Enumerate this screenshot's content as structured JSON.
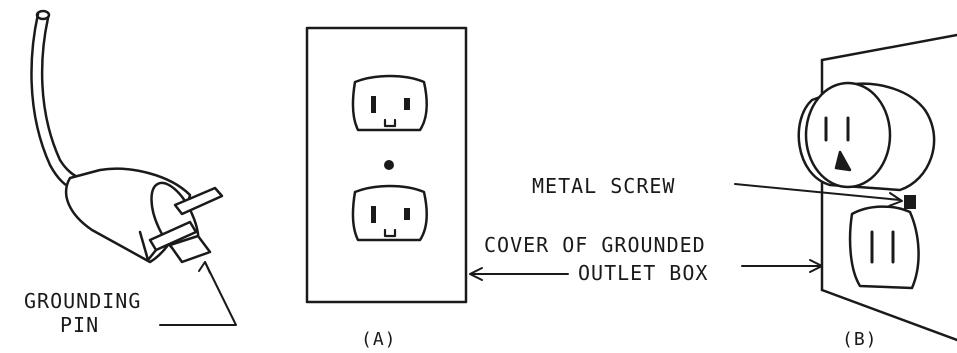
{
  "labels": {
    "grounding_pin_line1": "GROUNDING",
    "grounding_pin_line2": "PIN",
    "metal_screw": "METAL SCREW",
    "cover_line1": "COVER OF GROUNDED",
    "cover_line2": "OUTLET BOX",
    "fig_a": "(A)",
    "fig_b": "(B)"
  },
  "colors": {
    "ink": "#1a1a1a",
    "background": "#ffffff"
  }
}
